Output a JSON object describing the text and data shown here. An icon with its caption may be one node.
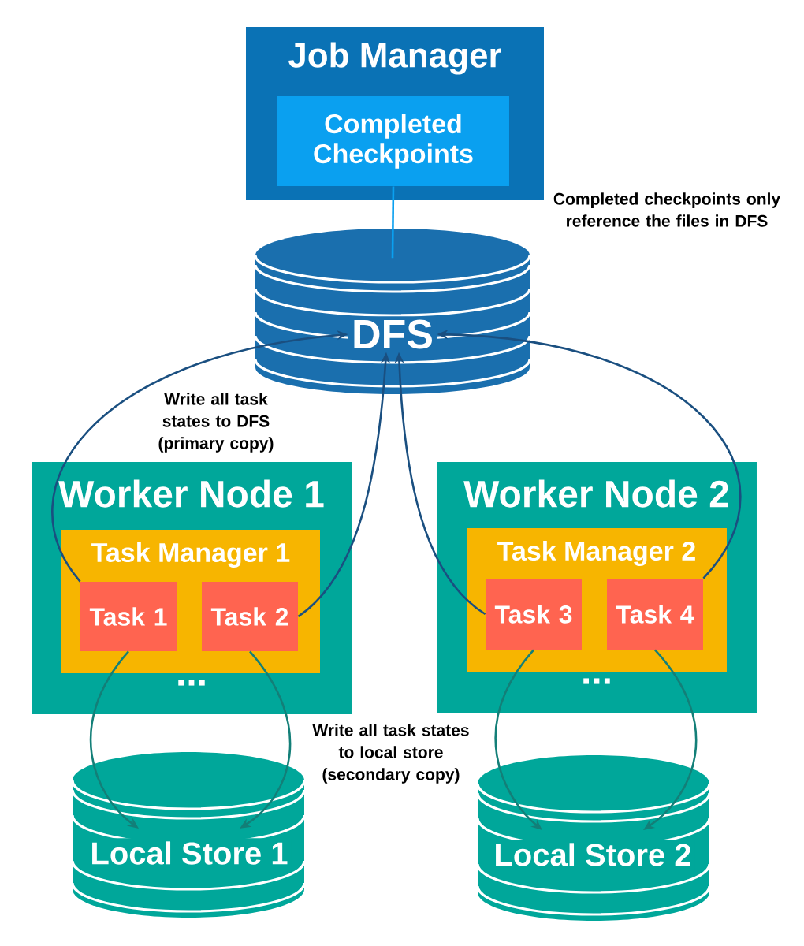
{
  "diagram": {
    "nodes": [
      {
        "text": [
          "Job Manager"
        ]
      },
      {
        "text": [
          "Completed Checkpoints"
        ],
        "in": 0
      },
      {
        "text": [
          "DFS"
        ]
      },
      {
        "text": [
          "Worker Node 1",
          "..."
        ]
      },
      {
        "text": [
          "Task Manager 1"
        ],
        "in": 3
      },
      {
        "text": [
          "Task 1"
        ],
        "in": 4
      },
      {
        "text": [
          "Task 2"
        ],
        "in": 4
      },
      {
        "text": [
          "Worker Node 2",
          "..."
        ]
      },
      {
        "text": [
          "Task Manager 2"
        ],
        "in": 7
      },
      {
        "text": [
          "Task 3"
        ],
        "in": 8
      },
      {
        "text": [
          "Task 4"
        ],
        "in": 8
      },
      {
        "text": [
          "Local Store 1"
        ]
      },
      {
        "text": [
          "Local Store 2"
        ]
      }
    ],
    "edges": [
      {
        "from": 1,
        "to": 2,
        "arrow": "none",
        "color": "#0aa0f0"
      },
      {
        "from": 5,
        "to": 2,
        "arrow": "to"
      },
      {
        "from": 6,
        "to": 2,
        "arrow": "to"
      },
      {
        "from": 9,
        "to": 2,
        "arrow": "to"
      },
      {
        "from": 10,
        "to": 2,
        "arrow": "to"
      },
      {
        "from": 5,
        "to": 11,
        "arrow": "to",
        "color": "#137f78"
      },
      {
        "from": 6,
        "to": 11,
        "arrow": "to",
        "color": "#137f78"
      },
      {
        "from": 9,
        "to": 12,
        "arrow": "to",
        "color": "#137f78"
      },
      {
        "from": 10,
        "to": 12,
        "arrow": "to",
        "color": "#137f78"
      }
    ],
    "labels": [
      "Completed checkpoints only reference the files in DFS",
      "Write all task states to DFS (primary copy)",
      "Write all task states to local store (secondary copy)"
    ]
  }
}
